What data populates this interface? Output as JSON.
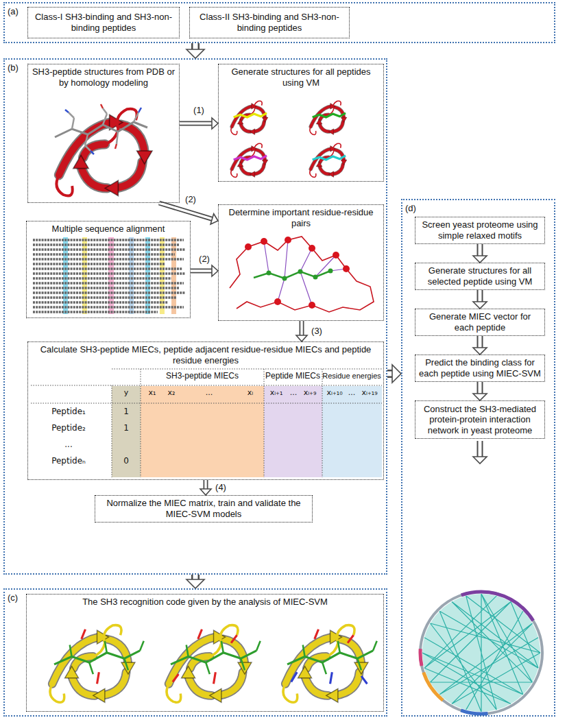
{
  "diagram": {
    "nodes": [
      {
        "text": [
          "(a)"
        ]
      },
      {
        "text": [
          "Class-I SH3-binding and SH3-non-binding peptides"
        ],
        "in": 0
      },
      {
        "text": [
          "Class-II SH3-binding and SH3-non-binding peptides"
        ],
        "in": 0
      },
      {
        "text": [
          "(b)"
        ]
      },
      {
        "text": [
          "SH3-peptide structures from PDB or by homology modeling"
        ],
        "in": 3
      },
      {
        "text": [
          "Generate structures for all peptides using VM"
        ],
        "in": 3
      },
      {
        "text": [
          "Multiple sequence alignment"
        ],
        "in": 3
      },
      {
        "text": [
          "Determine important residue-residue pairs"
        ],
        "in": 3
      },
      {
        "text": [
          "Calculate SH3-peptide MIECs, peptide adjacent residue-residue MIECs and peptide residue energies"
        ],
        "in": 3
      },
      {
        "text": [
          "Normalize the MIEC matrix, train and validate the MIEC-SVM models"
        ],
        "in": 3
      },
      {
        "text": [
          "(c)"
        ]
      },
      {
        "text": [
          "The SH3 recognition code given by the analysis of MIEC-SVM"
        ],
        "in": 10
      },
      {
        "text": [
          "(d)"
        ]
      },
      {
        "text": [
          "Screen yeast proteome using simple relaxed motifs"
        ],
        "in": 12
      },
      {
        "text": [
          "Generate structures for all selected peptide using VM"
        ],
        "in": 12
      },
      {
        "text": [
          "Generate MIEC vector for each peptide"
        ],
        "in": 12
      },
      {
        "text": [
          "Predict the binding class for each peptide using MIEC-SVM"
        ],
        "in": 12
      },
      {
        "text": [
          "Construct the SH3-mediated protein-protein interaction network in yeast proteome"
        ],
        "in": 12
      }
    ],
    "edges": [
      {
        "from": 0,
        "to": 3,
        "arrow": "to"
      },
      {
        "from": 4,
        "to": 5,
        "label": "(1)",
        "arrow": "to"
      },
      {
        "from": 4,
        "to": 7,
        "label": "(2)",
        "arrow": "to"
      },
      {
        "from": 6,
        "to": 7,
        "label": "(2)",
        "arrow": "to"
      },
      {
        "from": 7,
        "to": 8,
        "label": "(3)",
        "arrow": "to"
      },
      {
        "from": 8,
        "to": 9,
        "label": "(4)",
        "arrow": "to"
      },
      {
        "from": 3,
        "to": 10,
        "arrow": "to"
      },
      {
        "from": 3,
        "to": 12,
        "arrow": "to"
      },
      {
        "from": 13,
        "to": 14,
        "arrow": "to"
      },
      {
        "from": 14,
        "to": 15,
        "arrow": "to"
      },
      {
        "from": 15,
        "to": 16,
        "arrow": "to"
      },
      {
        "from": 16,
        "to": 17,
        "arrow": "to"
      }
    ],
    "labels": [
      "SH3-peptide MIECs",
      "Peptide MIECs",
      "Residue energies",
      "y",
      "x₁",
      "x₂",
      "...",
      "xᵢ",
      "xᵢ₊₁",
      "...",
      "xᵢ₊₉",
      "xᵢ₊₁₀",
      "...",
      "xᵢ₊₁₉",
      "Peptide₁",
      "1",
      "Peptide₂",
      "1",
      "...",
      "Peptideₙ",
      "0"
    ]
  }
}
